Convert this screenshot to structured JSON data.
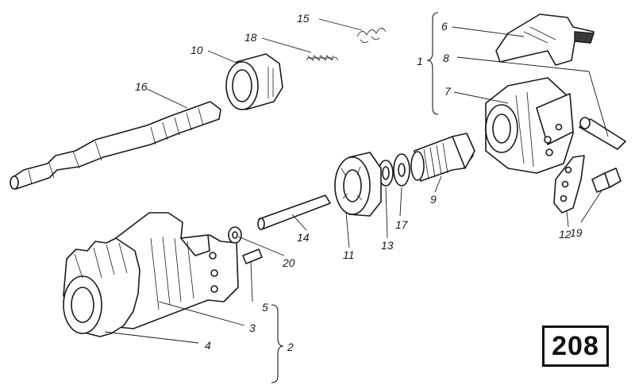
{
  "figure_number": "208",
  "callouts": {
    "c1": "1",
    "c2": "2",
    "c3": "3",
    "c4": "4",
    "c5": "5",
    "c6": "6",
    "c7": "7",
    "c8": "8",
    "c9": "9",
    "c10": "10",
    "c11": "11",
    "c12": "12",
    "c13": "13",
    "c14": "14",
    "c15": "15",
    "c16": "16",
    "c17": "17",
    "c18": "18",
    "c19": "19",
    "c20": "20"
  }
}
